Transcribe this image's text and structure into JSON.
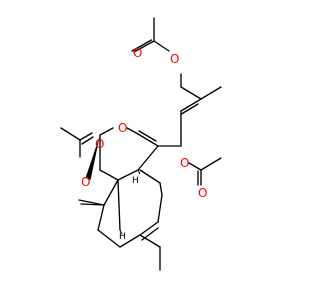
{
  "molecule": {
    "atoms": [
      {
        "id": "o_top_carbonyl",
        "text": "O",
        "color": "#ff0000"
      },
      {
        "id": "o_top_ester",
        "text": "O",
        "color": "#ff0000"
      },
      {
        "id": "o_left_carbonyl",
        "text": "O",
        "color": "#ff0000"
      },
      {
        "id": "o_left_ester",
        "text": "O",
        "color": "#ff0000"
      },
      {
        "id": "o_ring",
        "text": "O",
        "color": "#ff0000"
      },
      {
        "id": "o_right_ester",
        "text": "O",
        "color": "#ff0000"
      },
      {
        "id": "o_right_carbonyl",
        "text": "O",
        "color": "#ff0000"
      },
      {
        "id": "h_right",
        "text": "H",
        "color": "#000000"
      },
      {
        "id": "h_lower",
        "text": "H",
        "color": "#000000"
      }
    ]
  }
}
